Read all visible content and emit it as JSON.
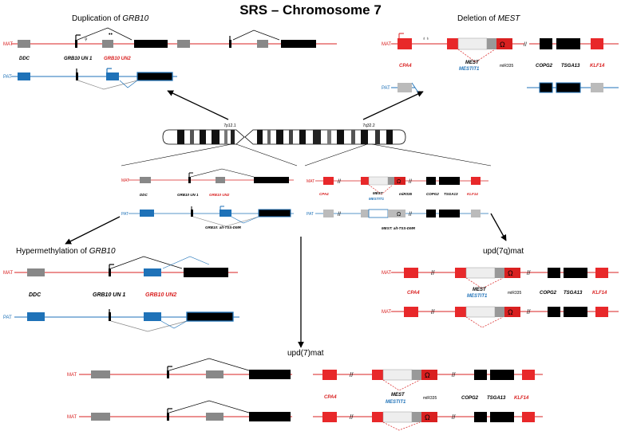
{
  "title": "SRS – Chromosome 7",
  "panels": {
    "dup": {
      "title_prefix": "Duplication of ",
      "title_gene": "GRB10"
    },
    "del": {
      "title_prefix": "Deletion of ",
      "title_gene": "MEST"
    },
    "hyper": {
      "title_prefix": "Hypermethylation of ",
      "title_gene": "GRB10"
    },
    "upd7q": {
      "title": "upd(7q)mat"
    },
    "upd7": {
      "title": "upd(7)mat"
    }
  },
  "chromosome": {
    "band_p": "7p12.1",
    "band_q": "7q32.2"
  },
  "parents": {
    "mat": "MAT",
    "pat": "PAT"
  },
  "grb10_genes": {
    "ddc": "DDC",
    "grb10_un1": "GRB10 UN 1",
    "grb10_un2": "GRB10 UN2"
  },
  "mest_genes": {
    "cpa4": "CPA4",
    "mest": "MEST",
    "mestit1": "MESTIT1",
    "mir335": "miR335",
    "copg2": "COPG2",
    "tsga13": "TSGA13",
    "klf14": "KLF14"
  },
  "dmr": {
    "grb10": "GRB10: alt-TSS-DMR",
    "mest": "MEST: alt-TSS-DMR"
  },
  "colors": {
    "maternal": "#d92020",
    "paternal": "#1f72b8",
    "silent_gene": "#888888",
    "active_black": "#000000",
    "imprinted_red": "#e8282a"
  }
}
